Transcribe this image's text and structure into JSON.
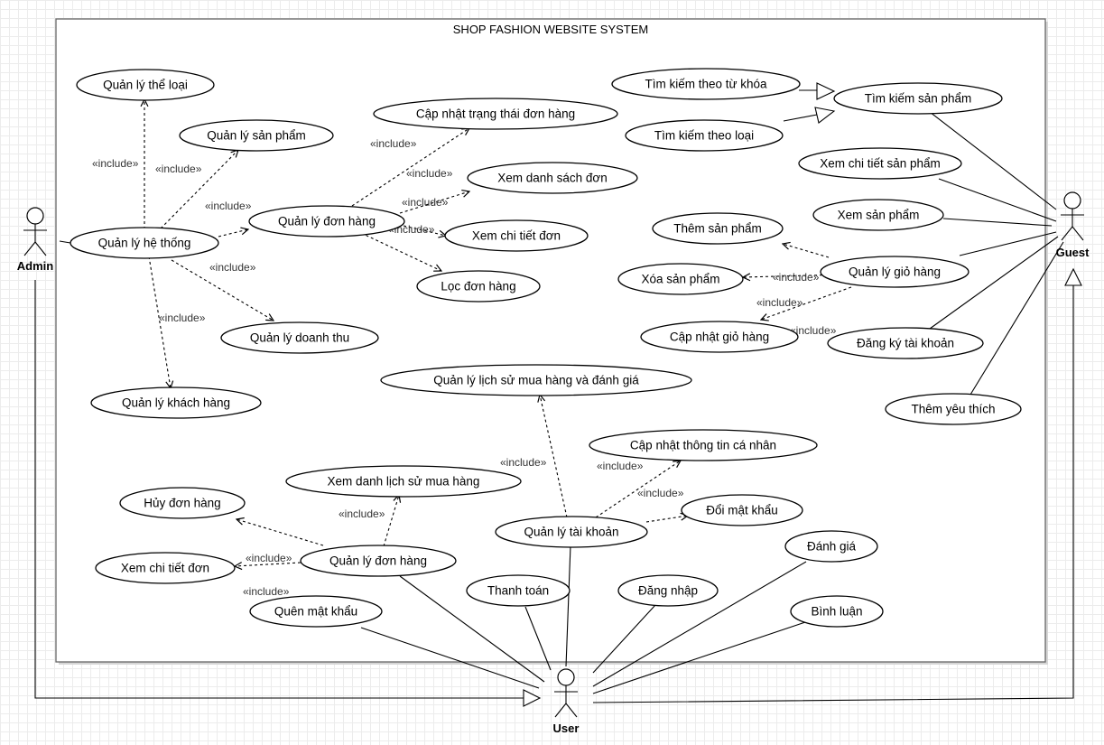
{
  "system": {
    "title": "SHOP FASHION WEBSITE SYSTEM"
  },
  "actors": {
    "admin": "Admin",
    "guest": "Guest",
    "user": "User"
  },
  "use_cases": {
    "ql_the_loai": "Quản lý thể loại",
    "ql_san_pham": "Quản lý sản phẩm",
    "ql_he_thong": "Quản lý hệ thống",
    "ql_don_hang_admin": "Quản lý đơn hàng",
    "cap_nhat_trang_thai": "Cập nhật trạng thái đơn hàng",
    "xem_danh_sach_don": "Xem danh sách đơn",
    "xem_chi_tiet_don_admin": "Xem chi tiết đơn",
    "loc_don_hang": "Lọc đơn hàng",
    "ql_doanh_thu": "Quản lý doanh thu",
    "ql_khach_hang": "Quản lý khách hàng",
    "tim_kiem_tu_khoa": "Tìm kiếm theo từ khóa",
    "tim_kiem_san_pham": "Tìm kiếm sản phẩm",
    "tim_kiem_loai": "Tìm kiếm theo loại",
    "xem_chi_tiet_san_pham": "Xem chi tiết sản phẩm",
    "xem_san_pham": "Xem sản phẩm",
    "them_san_pham": "Thêm sản phẩm",
    "xoa_san_pham": "Xóa sản phẩm",
    "ql_gio_hang": "Quản lý giỏ hàng",
    "cap_nhat_gio_hang": "Cập nhật giỏ hàng",
    "dang_ky": "Đăng ký tài khoản",
    "them_yeu_thich": "Thêm yêu thích",
    "ql_lich_su": "Quản lý lịch sử mua hàng và đánh giá",
    "cap_nhat_thong_tin": "Cập nhật thông tin cá nhân",
    "ql_tai_khoan": "Quản lý tài khoản",
    "doi_mat_khau": "Đổi mật khẩu",
    "xem_danh_lich_su": "Xem danh lịch sử mua hàng",
    "huy_don_hang": "Hủy đơn hàng",
    "xem_chi_tiet_don_user": "Xem chi tiết đơn",
    "ql_don_hang_user": "Quản lý đơn hàng",
    "quen_mat_khau": "Quên mật khẩu",
    "thanh_toan": "Thanh toán",
    "dang_nhap": "Đăng nhập",
    "danh_gia": "Đánh giá",
    "binh_luan": "Bình luận"
  },
  "include_label": "«include»"
}
